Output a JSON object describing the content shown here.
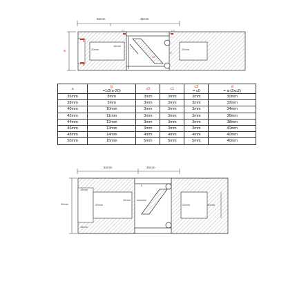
{
  "top_diagram": {
    "dim_top_left": "52mm",
    "dim_top_right": "45mm",
    "label_a": "a",
    "label_b_top": "b",
    "label_b_bottom": "b",
    "label_c0": "c0",
    "label_c1": "c1",
    "label_c2": "c2",
    "label_d": "d",
    "dim_20mm_left": "20mm",
    "dim_16mm": "16mm",
    "dim_20mm_right": "20mm"
  },
  "table": {
    "headers": [
      {
        "top": "a",
        "sub": ""
      },
      {
        "top": "b",
        "sub": "=1/2(a-20)"
      },
      {
        "top": "c0",
        "sub": ""
      },
      {
        "top": "c1",
        "sub": ""
      },
      {
        "top": "c2",
        "sub": "= c0"
      },
      {
        "top": "d",
        "sub": "= a-(2xc2)"
      }
    ],
    "rows": [
      [
        "36mm",
        "8mm",
        "3mm",
        "3mm",
        "3mm",
        "30mm"
      ],
      [
        "38mm",
        "9mm",
        "3mm",
        "3mm",
        "3mm",
        "32mm"
      ],
      [
        "40mm",
        "10mm",
        "3mm",
        "3mm",
        "3mm",
        "34mm"
      ],
      [
        "42mm",
        "11mm",
        "3mm",
        "3mm",
        "3mm",
        "36mm"
      ],
      [
        "44mm",
        "12mm",
        "3mm",
        "3mm",
        "3mm",
        "38mm"
      ],
      [
        "46mm",
        "13mm",
        "3mm",
        "3mm",
        "3mm",
        "40mm"
      ],
      [
        "48mm",
        "14mm",
        "4mm",
        "4mm",
        "4mm",
        "40mm"
      ],
      [
        "50mm",
        "15mm",
        "5mm",
        "5mm",
        "5mm",
        "40mm"
      ]
    ]
  },
  "bottom_diagram": {
    "dim_top_left": "52mm",
    "dim_top_right": "45mm",
    "dim_50mm": "50mm",
    "dim_15mm_top": "15mm",
    "dim_15mm_bottom": "15mm",
    "dim_20mm_left": "20mm",
    "dim_16mm": "16mm",
    "dim_5": "5",
    "dim_40mm": "40mm",
    "dim_20mm_right": "20mm"
  },
  "colors": {
    "accent": "#c0392b",
    "line": "#444444",
    "hatch": "#9a9a9a"
  }
}
